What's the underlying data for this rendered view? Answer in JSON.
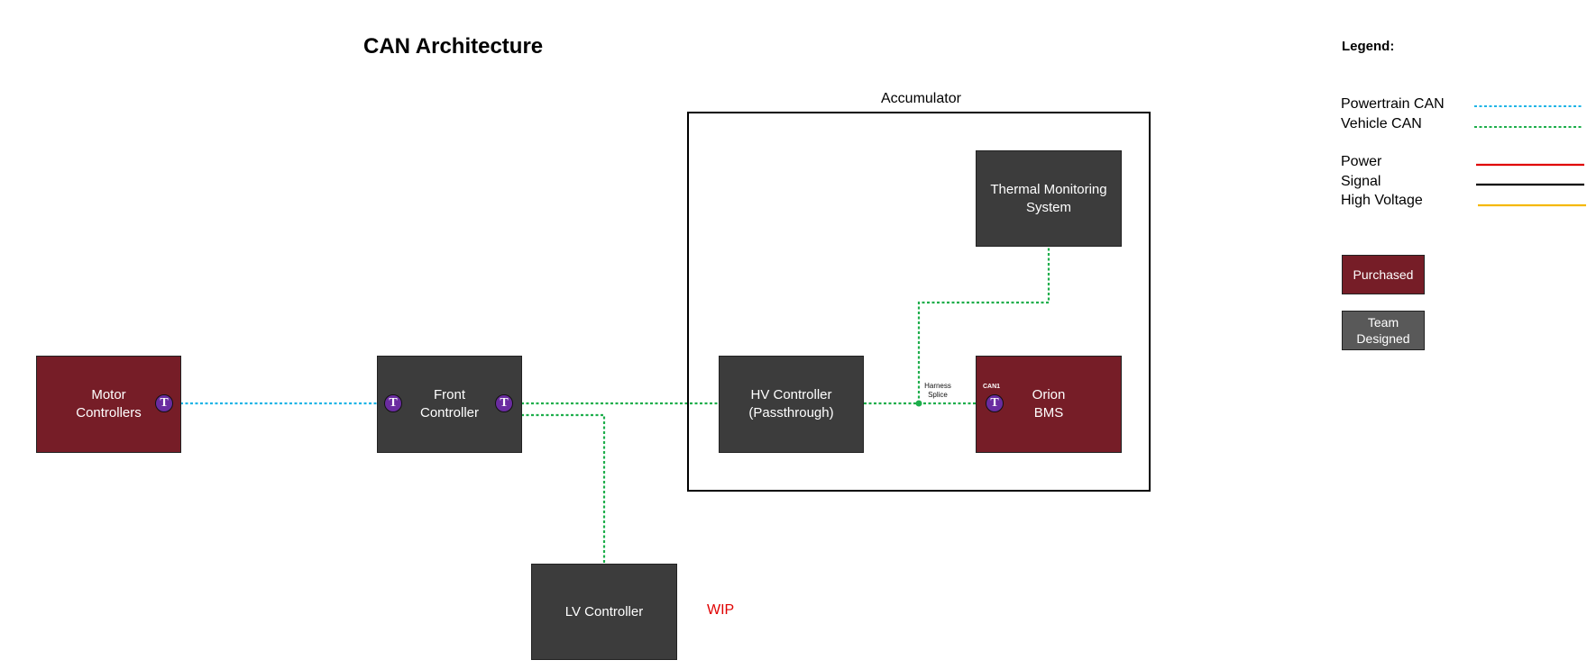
{
  "title": "CAN Architecture",
  "colors": {
    "powertrain_can": "#1fb4e6",
    "vehicle_can": "#1dae4b",
    "power": "#e00000",
    "signal": "#000000",
    "high_voltage": "#f5b800",
    "purchased": "#761d27",
    "team_designed": "#595959",
    "node_fill": "#3c3c3c",
    "terminator": "#6a2ca0"
  },
  "container": {
    "label": "Accumulator"
  },
  "nodes": {
    "motor_controllers": "Motor\nControllers",
    "front_controller": "Front\nController",
    "hv_controller": "HV Controller\n(Passthrough)",
    "thermal_monitoring": "Thermal Monitoring\nSystem",
    "orion_bms": "Orion\nBMS",
    "lv_controller": "LV Controller"
  },
  "terminator_symbol": "T",
  "can1_label": "CAN1",
  "splice_label": "Harness\nSplice",
  "wip_label": "WIP",
  "legend": {
    "title": "Legend:",
    "lines": [
      {
        "label": "Powertrain CAN",
        "color_key": "powertrain_can",
        "style": "dotted"
      },
      {
        "label": "Vehicle CAN",
        "color_key": "vehicle_can",
        "style": "dotted"
      },
      {
        "label": "Power",
        "color_key": "power",
        "style": "solid"
      },
      {
        "label": "Signal",
        "color_key": "signal",
        "style": "solid"
      },
      {
        "label": "High Voltage",
        "color_key": "high_voltage",
        "style": "solid"
      }
    ],
    "swatches": [
      {
        "label": "Purchased",
        "color_key": "purchased"
      },
      {
        "label": "Team\nDesigned",
        "color_key": "team_designed"
      }
    ]
  }
}
